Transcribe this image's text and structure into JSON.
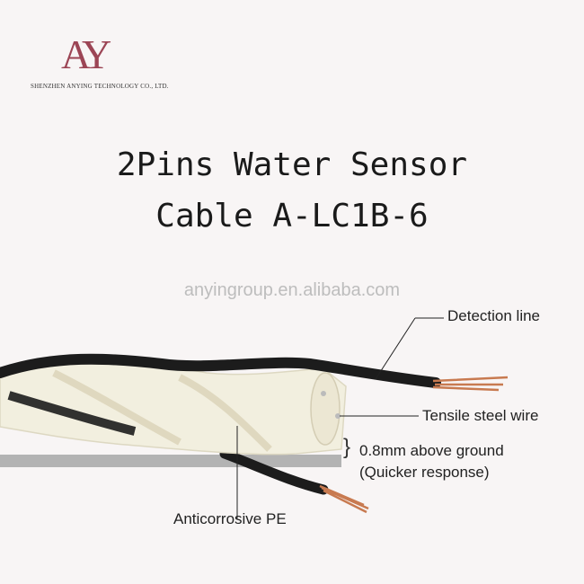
{
  "logo": {
    "mark": "AY",
    "company": "SHENZHEN ANYING TECHNOLOGY CO., LTD."
  },
  "title": {
    "line1": "2Pins Water Sensor",
    "line2": "Cable A-LC1B-6"
  },
  "website": "anyingroup.en.alibaba.com",
  "callouts": {
    "detection_line": "Detection line",
    "tensile_steel_wire": "Tensile steel wire",
    "above_ground": "0.8mm above ground",
    "quicker_response": "(Quicker response)",
    "anticorrosive": "Anticorrosive PE"
  },
  "colors": {
    "brand": "#9c4555",
    "cable_white": "#f2efdf",
    "wire_black": "#1c1c1c",
    "copper": "#c87a50",
    "ground": "#b3b3b3"
  }
}
